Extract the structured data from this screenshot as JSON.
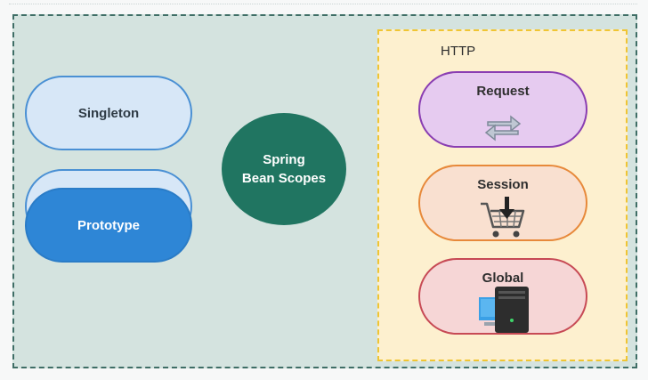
{
  "diagram": {
    "center_label_line1": "Spring",
    "center_label_line2": "Bean Scopes",
    "left_scopes": {
      "singleton": "Singleton",
      "prototype": "Prototype"
    },
    "http_group": {
      "title": "HTTP",
      "scopes": {
        "request": "Request",
        "session": "Session",
        "global": "Global"
      }
    },
    "icons": {
      "request": "exchange-arrows-icon",
      "session": "shopping-cart-download-icon",
      "global": "computer-server-icon"
    },
    "colors": {
      "outer_bg": "#d4e3df",
      "outer_border": "#3f6e66",
      "center": "#207561",
      "singleton_bg": "#d7e7f7",
      "prototype_bg": "#2e86d6",
      "http_bg": "#fdf0cf",
      "http_border": "#f0c533",
      "request_border": "#8a3eb2",
      "session_border": "#e7893a",
      "global_border": "#c74a55"
    }
  }
}
